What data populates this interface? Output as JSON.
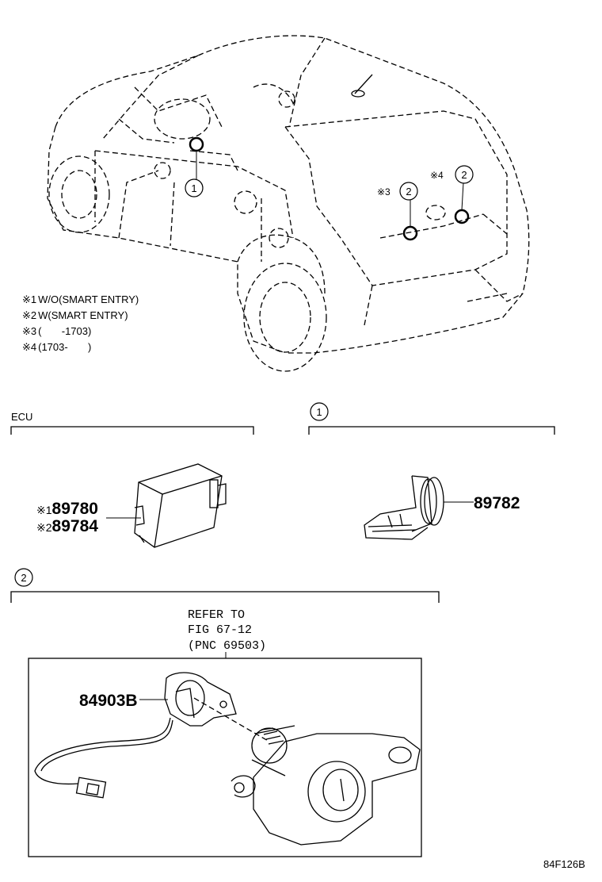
{
  "notes": [
    {
      "mark": "※1",
      "text": "W/O(SMART ENTRY)"
    },
    {
      "mark": "※2",
      "text": "W(SMART ENTRY)"
    },
    {
      "mark": "※3",
      "text": "(       -1703)"
    },
    {
      "mark": "※4",
      "text": "(1703-       )"
    }
  ],
  "callouts": {
    "c1": "1",
    "c2_left": "2",
    "c2_right": "2",
    "note3": "※3",
    "note4": "※4"
  },
  "sections": {
    "ecu": {
      "title": "ECU",
      "parts": [
        {
          "mark": "※1",
          "number": "89780"
        },
        {
          "mark": "※2",
          "number": "89784"
        }
      ]
    },
    "one": {
      "badge": "1",
      "part": "89782"
    },
    "two": {
      "badge": "2",
      "refer": [
        "REFER TO",
        "FIG 67-12",
        "(PNC 69503)"
      ],
      "part": "84903B"
    }
  },
  "figure_code": "84F126B"
}
